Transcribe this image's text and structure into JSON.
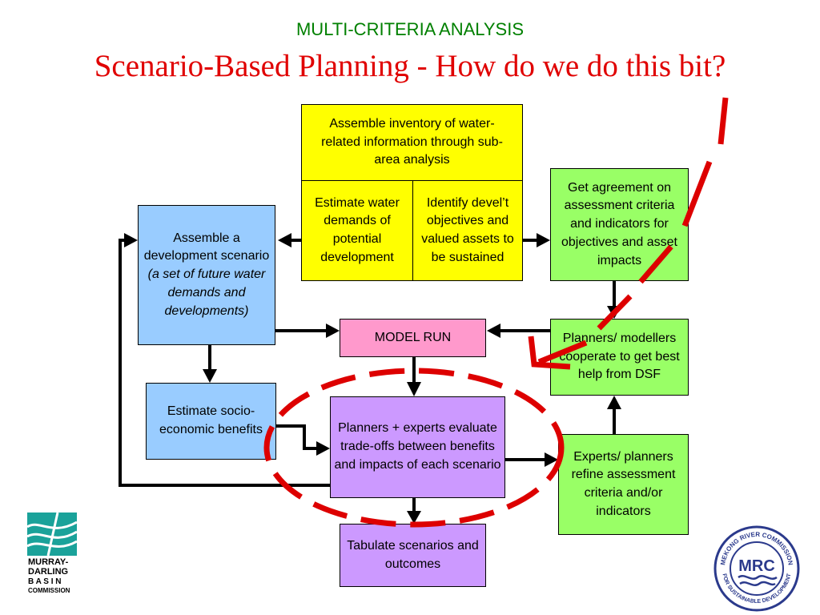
{
  "header": {
    "subtitle": "MULTI-CRITERIA ANALYSIS",
    "title": "Scenario-Based Planning - How do we do this bit?"
  },
  "boxes": {
    "assemble_inventory": "Assemble inventory of water-related information through sub-area analysis",
    "estimate_water_demands": "Estimate water demands of potential development",
    "identify_objectives": "Identify devel’t objectives and valued assets to be sustained",
    "get_agreement": "Get agreement on assessment criteria and indicators for objectives and asset impacts",
    "assemble_scenario": {
      "line1": "Assemble a development scenario",
      "line2": "(a set of future water demands and developments)"
    },
    "model_run": "MODEL RUN",
    "planners_modellers": "Planners/ modellers cooperate to get best help from DSF",
    "estimate_socio": "Estimate socio-economic benefits",
    "planners_experts": "Planners + experts evaluate trade-offs between benefits and impacts of each scenario",
    "experts_planners": "Experts/ planners refine assessment criteria and/or indicators",
    "tabulate": "Tabulate scenarios and outcomes"
  },
  "logos": {
    "left": {
      "line1": "MURRAY-",
      "line2": "DARLING",
      "line3": "B A S I N",
      "line4": "COMMISSION"
    },
    "right": {
      "center": "MRC",
      "ring_top": "MEKONG RIVER COMMISSION",
      "ring_bottom": "FOR SUSTAINABLE DEVELOPMENT"
    }
  },
  "colors": {
    "yellow": "#ffff00",
    "blue": "#99ccff",
    "green": "#99ff66",
    "pink": "#ff99cc",
    "purple": "#cc99ff",
    "annotation_red": "#dd0000",
    "title_red": "#e00000",
    "subtitle_green": "#008000"
  }
}
